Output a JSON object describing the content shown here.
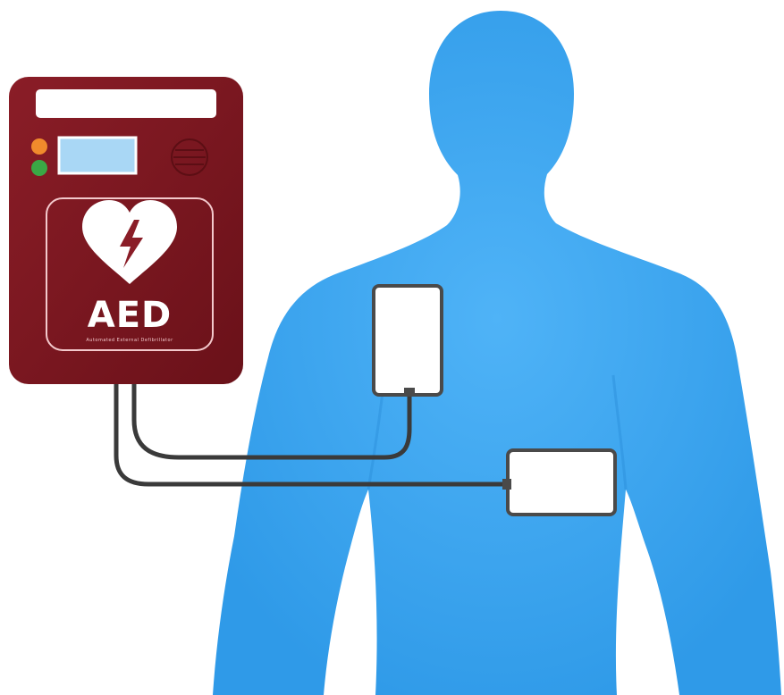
{
  "device": {
    "label": "AED",
    "sublabel": "Automated External Defibrillator",
    "icon": "heart-lightning-icon",
    "body_color": "#7a1720",
    "indicator_colors": [
      "#f08a2c",
      "#3aa845"
    ]
  },
  "figure": {
    "color": "#3da6f2",
    "icon": "human-torso-silhouette"
  },
  "pads": {
    "color": "#ffffff",
    "border_color": "#4a4a4a"
  },
  "cable": {
    "color": "#3a3a3a"
  }
}
